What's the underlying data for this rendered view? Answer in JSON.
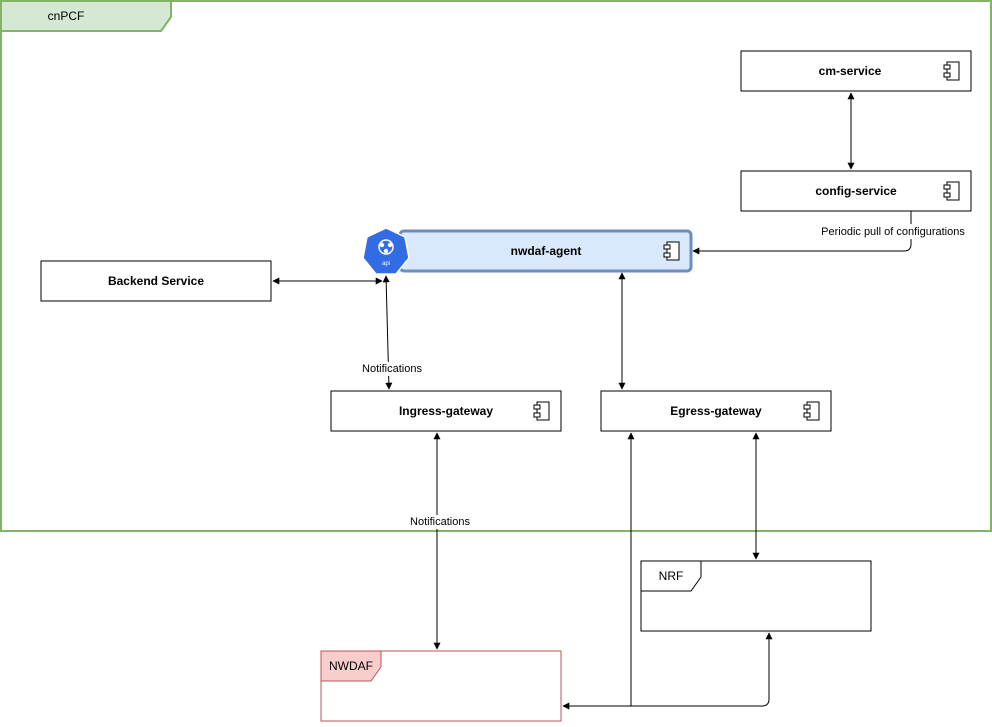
{
  "frame": {
    "label": "cnPCF"
  },
  "components": {
    "cm_service": "cm-service",
    "config_service": "config-service",
    "nwdaf_agent": "nwdaf-agent",
    "backend_service": "Backend Service",
    "ingress_gateway": "Ingress-gateway",
    "egress_gateway": "Egress-gateway"
  },
  "external": {
    "nrf": "NRF",
    "nwdaf": "NWDAF"
  },
  "edges": {
    "periodic_pull": "Periodic pull of configurations",
    "notifications_upper": "Notifications",
    "notifications_lower": "Notifications"
  },
  "icons": {
    "api_badge": "api",
    "component": "component-icon",
    "api": "api-icon"
  },
  "colors": {
    "frame_stroke": "#82b366",
    "frame_tab_fill": "#d5e8d4",
    "agent_fill": "#dae8fc",
    "agent_stroke": "#6c8ebf",
    "api_icon": "#326ce5",
    "nwdaf_tab_fill": "#f8cecc",
    "nwdaf_stroke": "#b85450"
  }
}
